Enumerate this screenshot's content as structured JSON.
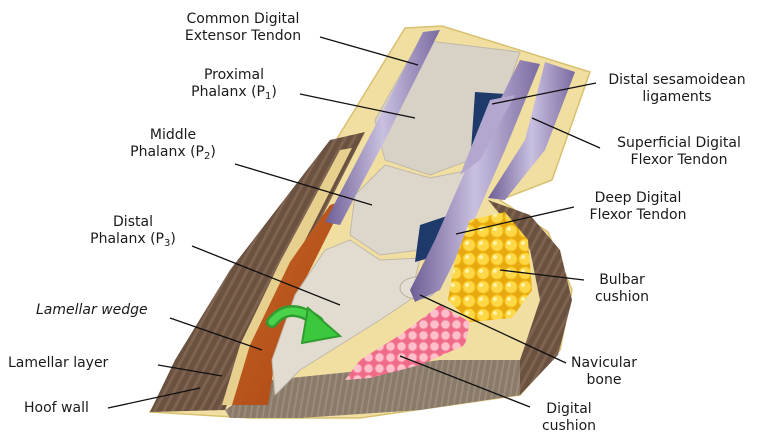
{
  "diagram": {
    "colors": {
      "hoof_wall": "#6b5140",
      "tendon": "#9a8cb8",
      "bone": "#d8d2c6",
      "bulbar_cushion": "#f2c21c",
      "digital_cushion": "#f08aa0",
      "lamellar_wedge": "#b8501a",
      "arrow": "#3cb83c",
      "skin_outline": "#f0dfa0"
    },
    "labels": {
      "common_digital_extensor_l1": "Common Digital",
      "common_digital_extensor_l2": "Extensor Tendon",
      "proximal_l1": "Proximal",
      "proximal_l2": "Phalanx  (P",
      "proximal_sub": "1",
      "middle_l1": "Middle",
      "middle_l2": "Phalanx (P",
      "middle_sub": "2",
      "distal_l1": "Distal",
      "distal_l2": "Phalanx (P",
      "distal_sub": "3",
      "lamellar_wedge": "Lamellar wedge",
      "lamellar_layer": "Lamellar layer",
      "hoof_wall": "Hoof wall",
      "distal_sesamoidean_l1": "Distal sesamoidean",
      "distal_sesamoidean_l2": "ligaments",
      "superficial_l1": "Superficial Digital",
      "superficial_l2": "Flexor Tendon",
      "deep_l1": "Deep Digital",
      "deep_l2": "Flexor Tendon",
      "bulbar_l1": "Bulbar",
      "bulbar_l2": "cushion",
      "navicular_l1": "Navicular",
      "navicular_l2": "bone",
      "digital_cushion_l1": "Digital",
      "digital_cushion_l2": "cushion"
    }
  }
}
